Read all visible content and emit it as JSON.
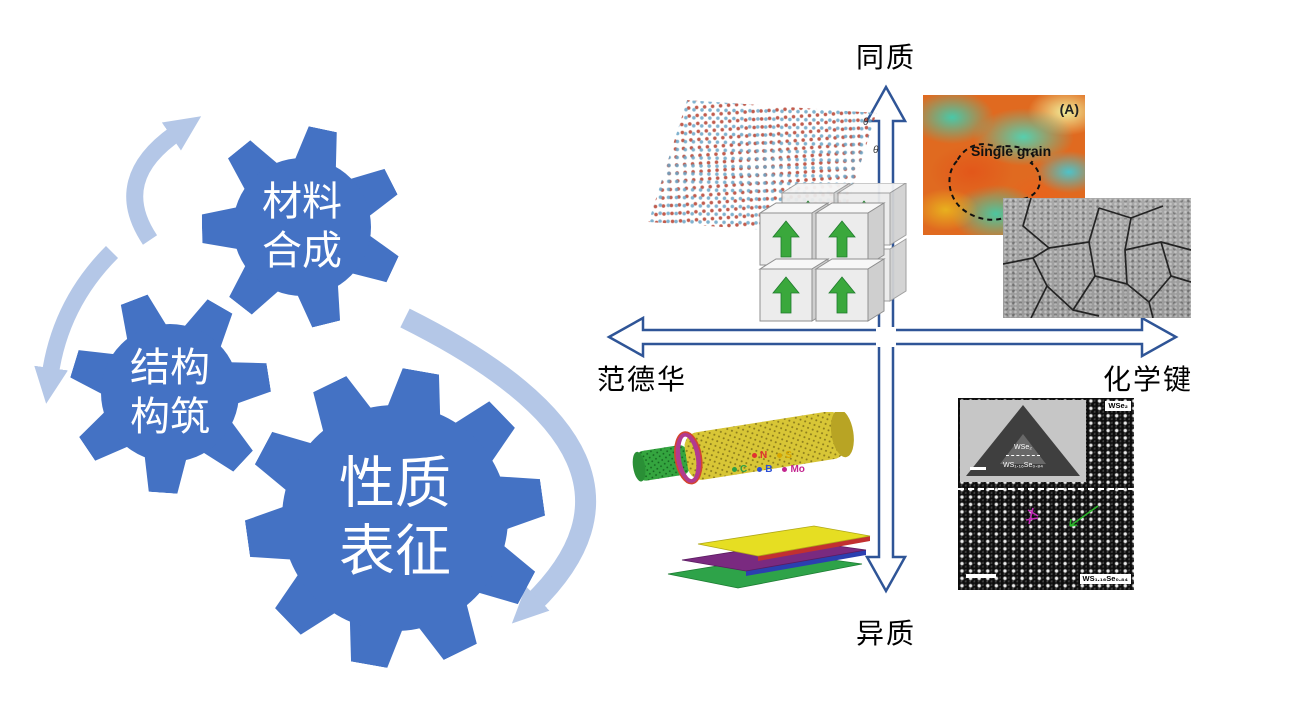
{
  "left_cycle": {
    "gear_color": "#4472C4",
    "arrow_color": "#B4C7E7",
    "gears": [
      {
        "line1": "材料",
        "line2": "合成"
      },
      {
        "line1": "结构",
        "line2": "构筑"
      },
      {
        "line1": "性质",
        "line2": "表征"
      }
    ]
  },
  "quadrant": {
    "axis_color": "#2F5597",
    "top_label": "同质",
    "bottom_label": "异质",
    "left_label": "范德华",
    "right_label": "化学键"
  },
  "figures": {
    "moire": {
      "theta_labels": [
        "θ",
        "θ"
      ]
    },
    "grain_map": {
      "panel_label": "(A)",
      "annotation": "Single grain"
    },
    "nanotube": {
      "legend": [
        {
          "symbol": "N",
          "color": "#e03131"
        },
        {
          "symbol": "S",
          "color": "#d9a800"
        },
        {
          "symbol": "C",
          "color": "#2f9e44"
        },
        {
          "symbol": "B",
          "color": "#2b4fd6"
        },
        {
          "symbol": "Mo",
          "color": "#c2258f"
        }
      ]
    },
    "stem": {
      "top_right_label": "WSe₂",
      "bottom_right_label": "WS₁.₁₆Se₀.₈₄",
      "inset_top_label": "WSe₂",
      "inset_bottom_label": "WS₁.₁₆Se₀.₈₄"
    }
  }
}
